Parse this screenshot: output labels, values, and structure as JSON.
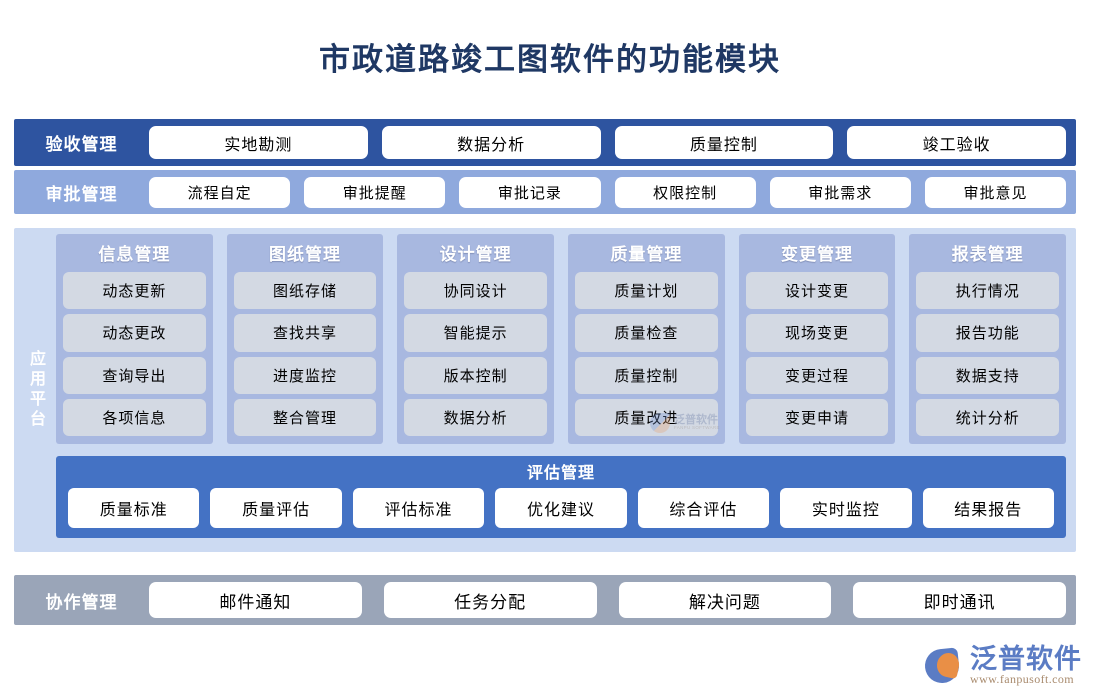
{
  "page_title": "市政道路竣工图软件的功能模块",
  "colors": {
    "title": "#1f3864",
    "acceptance_bar": "#2e54a0",
    "approval_bar": "#8fa9dd",
    "platform_bg": "#ccdaf2",
    "column_bg": "#a8b8e0",
    "cell_bg": "#d3d9e3",
    "evaluation_bg": "#4472c4",
    "collaboration_bar": "#9aa5b8",
    "pill_bg": "#ffffff",
    "brand_blue": "#5b7cc4",
    "brand_orange": "#e98f46"
  },
  "acceptance": {
    "label": "验收管理",
    "items": [
      "实地勘测",
      "数据分析",
      "质量控制",
      "竣工验收"
    ]
  },
  "approval": {
    "label": "审批管理",
    "items": [
      "流程自定",
      "审批提醒",
      "审批记录",
      "权限控制",
      "审批需求",
      "审批意见"
    ]
  },
  "platform": {
    "label": "应用平台",
    "columns": [
      {
        "title": "信息管理",
        "items": [
          "动态更新",
          "动态更改",
          "查询导出",
          "各项信息"
        ]
      },
      {
        "title": "图纸管理",
        "items": [
          "图纸存储",
          "查找共享",
          "进度监控",
          "整合管理"
        ]
      },
      {
        "title": "设计管理",
        "items": [
          "协同设计",
          "智能提示",
          "版本控制",
          "数据分析"
        ]
      },
      {
        "title": "质量管理",
        "items": [
          "质量计划",
          "质量检查",
          "质量控制",
          "质量改进"
        ]
      },
      {
        "title": "变更管理",
        "items": [
          "设计变更",
          "现场变更",
          "变更过程",
          "变更申请"
        ]
      },
      {
        "title": "报表管理",
        "items": [
          "执行情况",
          "报告功能",
          "数据支持",
          "统计分析"
        ]
      }
    ],
    "evaluation": {
      "title": "评估管理",
      "items": [
        "质量标准",
        "质量评估",
        "评估标准",
        "优化建议",
        "综合评估",
        "实时监控",
        "结果报告"
      ]
    }
  },
  "collaboration": {
    "label": "协作管理",
    "items": [
      "邮件通知",
      "任务分配",
      "解决问题",
      "即时通讯"
    ]
  },
  "watermark": {
    "name_cn": "泛普软件",
    "name_en": "FANPU SOFTWARE"
  },
  "brand": {
    "name_cn": "泛普软件",
    "url": "www.fanpusoft.com"
  }
}
